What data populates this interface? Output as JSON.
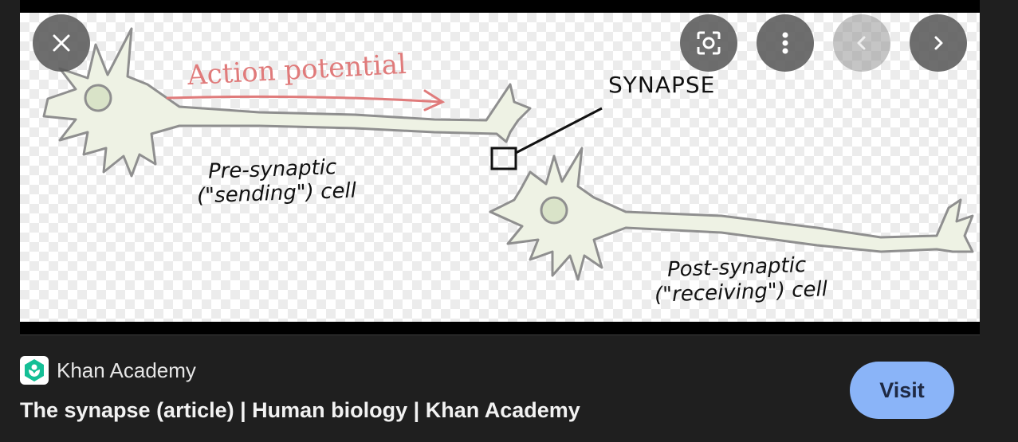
{
  "image": {
    "labels": {
      "action_potential": "Action potential",
      "synapse": "SYNAPSE",
      "pre_line1": "Pre-synaptic",
      "pre_line2": "(\"sending\") cell",
      "post_line1": "Post-synaptic",
      "post_line2": "(\"receiving\") cell"
    }
  },
  "controls": {
    "close_icon": "close-icon",
    "lens_icon": "lens-icon",
    "more_icon": "more-vert-icon",
    "prev_icon": "chevron-left-icon",
    "next_icon": "chevron-right-icon"
  },
  "source": {
    "name": "Khan Academy",
    "title": "The synapse (article) | Human biology | Khan Academy"
  },
  "actions": {
    "visit_label": "Visit"
  },
  "colors": {
    "visit_button": "#8ab4f8",
    "favicon_green": "#14bf96",
    "arrow": "#e07b7b"
  }
}
